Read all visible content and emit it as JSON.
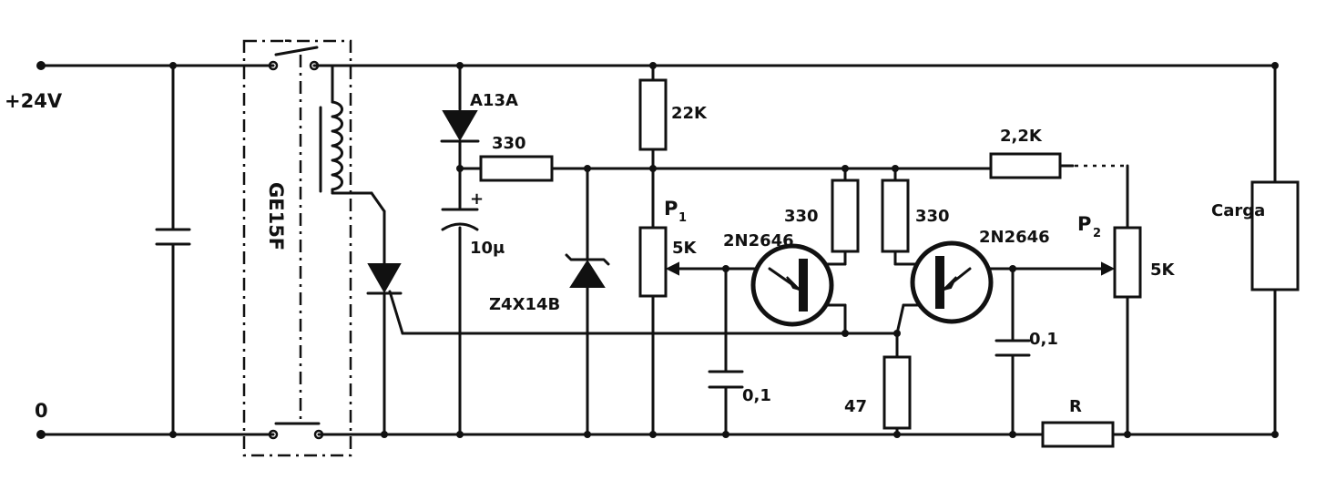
{
  "diagram": {
    "supply_positive": "+24V",
    "supply_ground": "0",
    "relay": "GE15F",
    "diode_a": "A13A",
    "resistor_22k": "22K",
    "resistor_330_series": "330",
    "cap_10u": "10μ",
    "zener": "Z4X14B",
    "pot_p1": "P",
    "pot_p1_sub": "1",
    "pot_p1_value": "5K",
    "resistor_330_b1_left": "330",
    "resistor_330_b1_right": "330",
    "ujt_left": "2N2646",
    "ujt_right": "2N2646",
    "resistor_2k2": "2,2K",
    "pot_p2": "P",
    "pot_p2_sub": "2",
    "pot_p2_value": "5K",
    "cap_left": "0,1",
    "cap_right": "0,1",
    "resistor_47": "47",
    "resistor_r": "R",
    "load": "Carga"
  }
}
